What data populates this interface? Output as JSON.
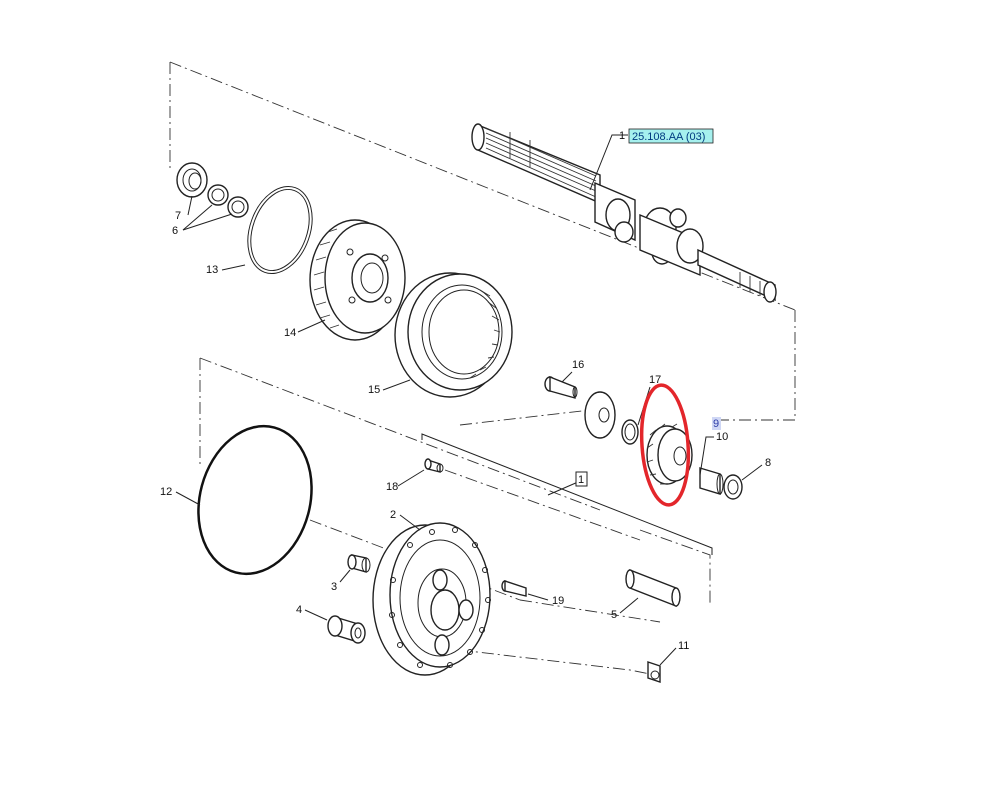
{
  "reference_label": "25.108.AA (03)",
  "highlighted_callout": "9",
  "highlight_color": "#e3262b",
  "reference_fill": "#a6f0ee",
  "callouts": {
    "c1": "1",
    "c1b": "1",
    "c2": "2",
    "c3": "3",
    "c4": "4",
    "c5": "5",
    "c6": "6",
    "c7": "7",
    "c8": "8",
    "c10": "10",
    "c11": "11",
    "c12": "12",
    "c13": "13",
    "c14": "14",
    "c15": "15",
    "c16": "16",
    "c17": "17",
    "c18": "18",
    "c19": "19"
  }
}
